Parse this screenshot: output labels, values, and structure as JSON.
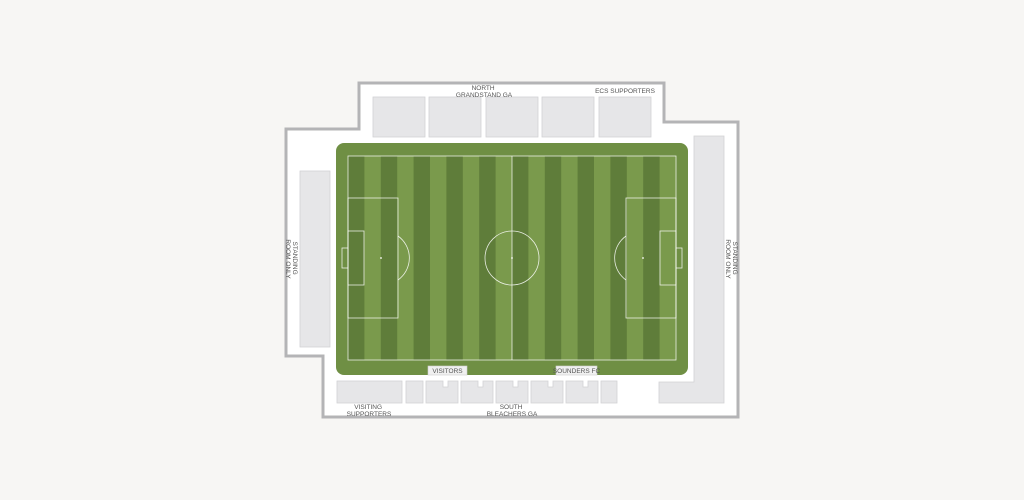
{
  "map": {
    "colors": {
      "background": "#f7f6f4",
      "outline": "#b4b4b6",
      "section": "#e6e6e8",
      "pitch_surround": "#6f8f44",
      "stripe_dark": "#5f7d3a",
      "stripe_light": "#7a9a4c",
      "bench_label_bg": "#f0f0f0"
    },
    "labels": {
      "north_line1": "NORTH",
      "north_line2": "GRANDSTAND GA",
      "ecs": "ECS SUPPORTERS",
      "standing_left_line1": "STANDING",
      "standing_left_line2": "ROOM ONLY",
      "standing_right_line1": "STANDING",
      "standing_right_line2": "ROOM ONLY",
      "visiting_line1": "VISITING",
      "visiting_line2": "SUPPORTERS",
      "south_line1": "SOUTH",
      "south_line2": "BLEACHERS GA"
    },
    "benches": {
      "visitors": "VISITORS",
      "sounders": "SOUNDERS FC"
    }
  }
}
